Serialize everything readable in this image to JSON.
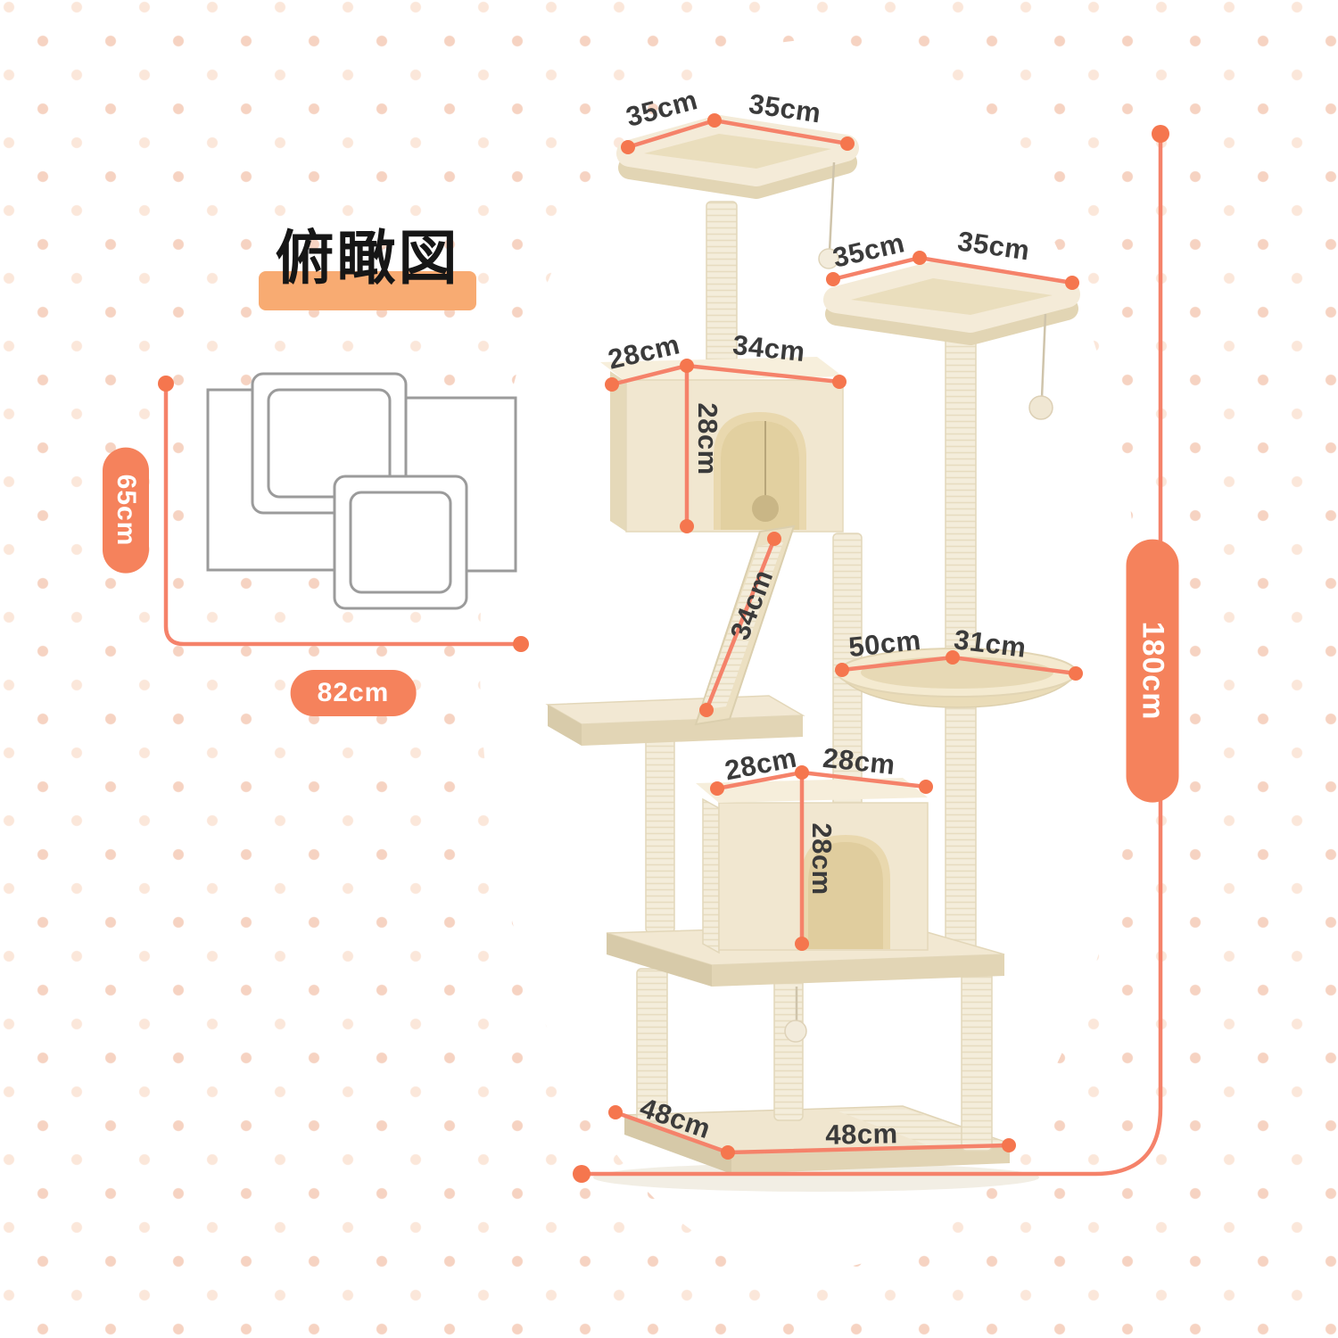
{
  "title": {
    "text": "俯瞰図"
  },
  "colors": {
    "accent_coral": "#f5825c",
    "dimension_line": "#f5826a",
    "title_highlight": "#f8ab72",
    "label_text": "#3b3b3b",
    "tree_beige": "#f2e8d2"
  },
  "top_view": {
    "height_label": "65cm",
    "width_label": "82cm"
  },
  "overall": {
    "height_label": "180cm"
  },
  "dims": {
    "top_platform_w": "35cm",
    "top_platform_d": "35cm",
    "second_platform_w": "35cm",
    "second_platform_d": "35cm",
    "upper_condo_d": "28cm",
    "upper_condo_w": "34cm",
    "upper_condo_h": "28cm",
    "ramp_l": "34cm",
    "hammock_w": "50cm",
    "hammock_d": "31cm",
    "lower_condo_d": "28cm",
    "lower_condo_w": "28cm",
    "lower_condo_h": "28cm",
    "base_d": "48cm",
    "base_w": "48cm"
  }
}
